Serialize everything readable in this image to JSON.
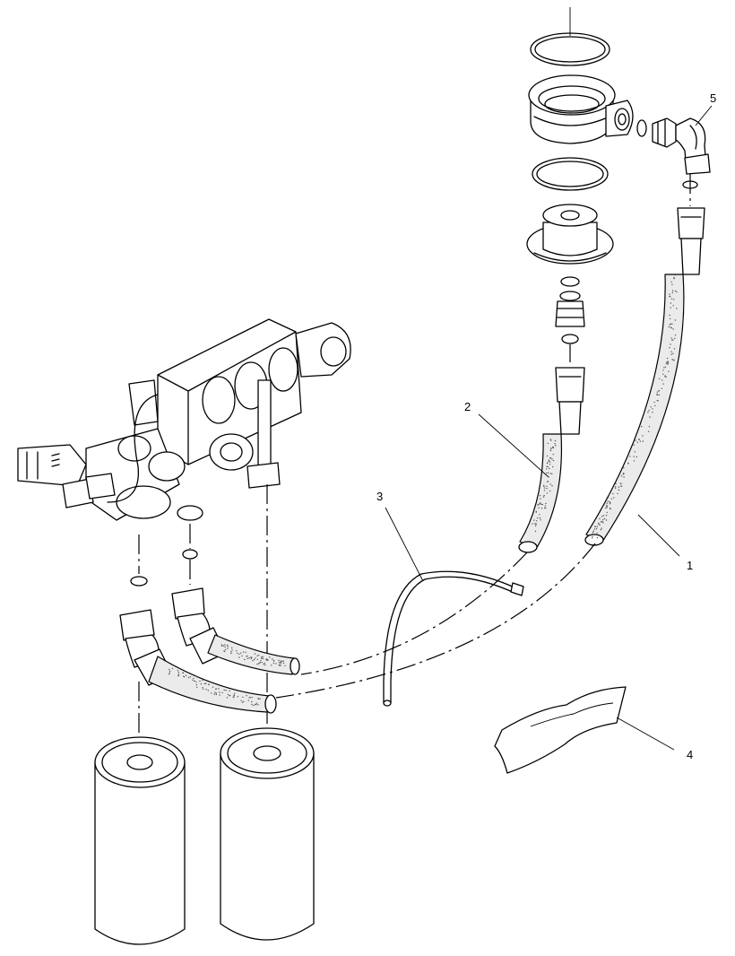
{
  "callouts": [
    {
      "id": "1",
      "text": "1"
    },
    {
      "id": "2",
      "text": "2"
    },
    {
      "id": "3",
      "text": "3"
    },
    {
      "id": "4",
      "text": "4"
    },
    {
      "id": "5",
      "text": "5"
    }
  ],
  "colors": {
    "line": "#000000",
    "background": "#ffffff",
    "hose_texture": "#555555"
  }
}
